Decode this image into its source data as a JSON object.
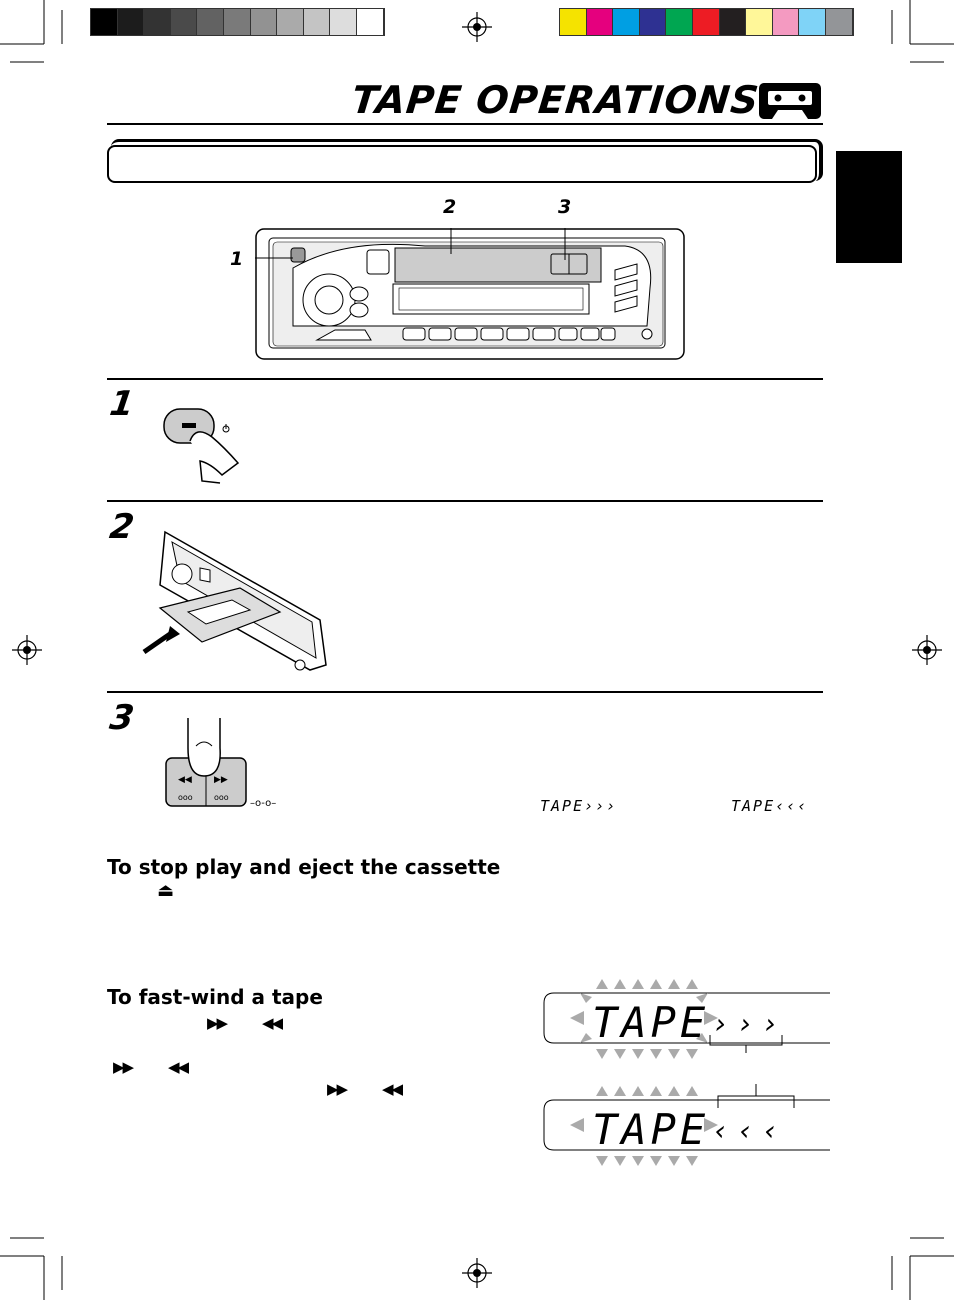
{
  "page": {
    "title": "TAPE OPERATIONS",
    "title_icon": "cassette-icon"
  },
  "color_bar_left": [
    "#000000",
    "#1c1c1c",
    "#333333",
    "#4a4a4a",
    "#626262",
    "#7a7a7a",
    "#929292",
    "#aaaaaa",
    "#c4c4c4",
    "#dddddd",
    "#ffffff"
  ],
  "color_bar_right": [
    "#f5e300",
    "#e5007e",
    "#009fe3",
    "#2e3192",
    "#00a651",
    "#ed1c24",
    "#231f20",
    "#fff799",
    "#f49ac1",
    "#7fd3f7",
    "#939598"
  ],
  "diagram": {
    "callouts": [
      "1",
      "2",
      "3"
    ]
  },
  "steps": [
    {
      "number": "1"
    },
    {
      "number": "2"
    },
    {
      "number": "3"
    }
  ],
  "step3_displays": [
    "TAPE›››",
    "TAPE‹‹‹"
  ],
  "sections": {
    "stop_eject": {
      "heading": "To stop play and eject the cassette",
      "symbol": "⏏"
    },
    "fast_wind": {
      "heading": "To fast-wind a tape",
      "symbols": {
        "ff": "▶▶",
        "rew": "◀◀"
      }
    }
  },
  "fast_wind_displays": [
    "TAPE›››",
    "TAPE‹‹‹"
  ]
}
